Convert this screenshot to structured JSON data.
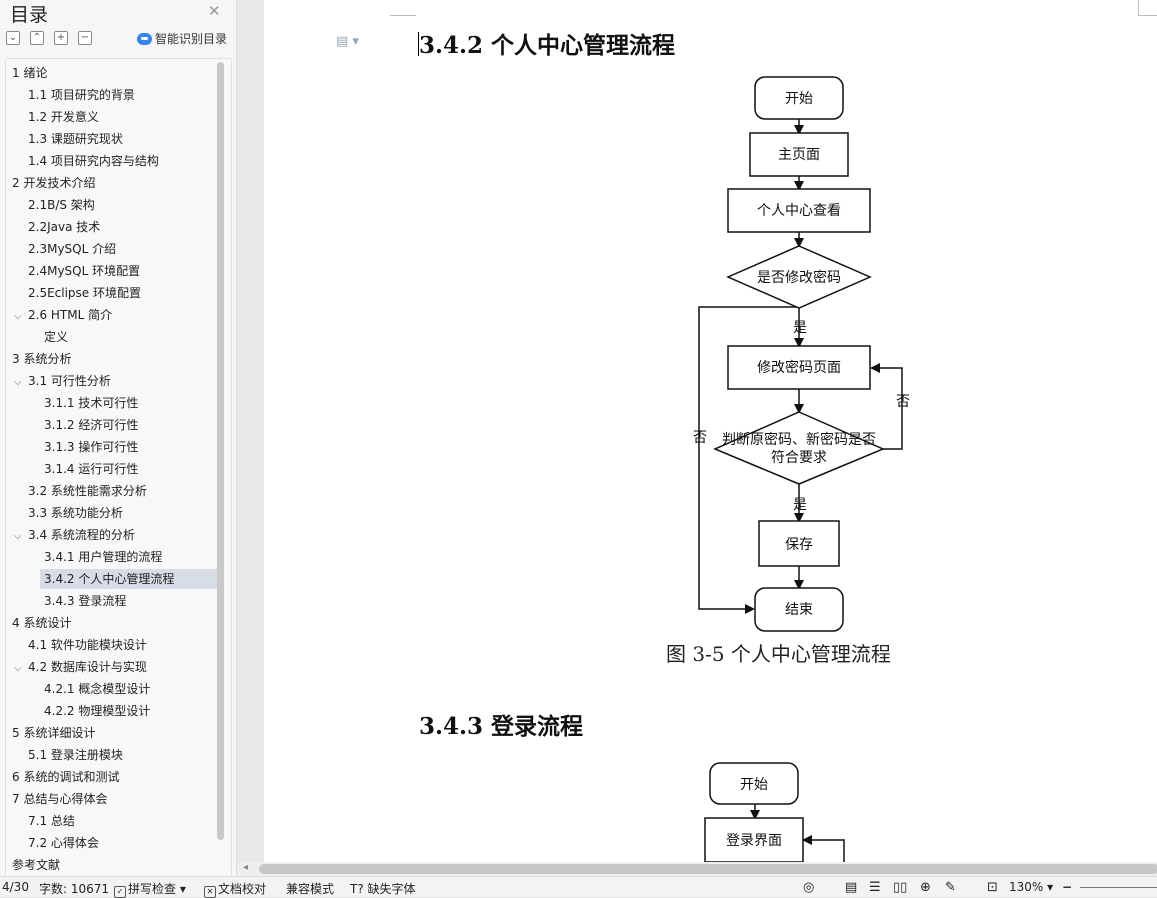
{
  "sidebar": {
    "title": "目录",
    "smart_toc_label": "智能识别目录",
    "toolbar_icons": [
      "collapse-all-icon",
      "expand-level-icon",
      "add-heading-icon",
      "remove-heading-icon"
    ],
    "items": [
      {
        "label": "1 绪论",
        "level": 0,
        "chevron": true
      },
      {
        "label": "1.1 项目研究的背景",
        "level": 1
      },
      {
        "label": "1.2 开发意义",
        "level": 1
      },
      {
        "label": "1.3 课题研究现状",
        "level": 1
      },
      {
        "label": "1.4 项目研究内容与结构",
        "level": 1
      },
      {
        "label": "2 开发技术介绍",
        "level": 0,
        "chevron": true
      },
      {
        "label": "2.1B/S 架构",
        "level": 1
      },
      {
        "label": "2.2Java 技术",
        "level": 1
      },
      {
        "label": "2.3MySQL  介绍",
        "level": 1
      },
      {
        "label": "2.4MySQL 环境配置",
        "level": 1
      },
      {
        "label": "2.5Eclipse 环境配置",
        "level": 1
      },
      {
        "label": "2.6 HTML 简介",
        "level": 1,
        "chevron": true
      },
      {
        "label": "定义",
        "level": 2
      },
      {
        "label": "3 系统分析",
        "level": 0,
        "chevron": true
      },
      {
        "label": "3.1 可行性分析",
        "level": 1,
        "chevron": true
      },
      {
        "label": "3.1.1 技术可行性",
        "level": 2
      },
      {
        "label": "3.1.2 经济可行性",
        "level": 2
      },
      {
        "label": "3.1.3 操作可行性",
        "level": 2
      },
      {
        "label": "3.1.4  运行可行性",
        "level": 2
      },
      {
        "label": "3.2 系统性能需求分析",
        "level": 1
      },
      {
        "label": "3.3 系统功能分析",
        "level": 1
      },
      {
        "label": "3.4 系统流程的分析",
        "level": 1,
        "chevron": true
      },
      {
        "label": "3.4.1  用户管理的流程",
        "level": 2
      },
      {
        "label": "3.4.2 个人中心管理流程",
        "level": 2,
        "selected": true
      },
      {
        "label": "3.4.3 登录流程",
        "level": 2
      },
      {
        "label": "4 系统设计",
        "level": 0,
        "chevron": true
      },
      {
        "label": "4.1  软件功能模块设计",
        "level": 1
      },
      {
        "label": "4.2 数据库设计与实现",
        "level": 1,
        "chevron": true
      },
      {
        "label": "4.2.1 概念模型设计",
        "level": 2
      },
      {
        "label": "4.2.2 物理模型设计",
        "level": 2
      },
      {
        "label": "5 系统详细设计",
        "level": 0,
        "chevron": true
      },
      {
        "label": "5.1 登录注册模块",
        "level": 1
      },
      {
        "label": "6 系统的调试和测试",
        "level": 0
      },
      {
        "label": "7 总结与心得体会",
        "level": 0,
        "chevron": true
      },
      {
        "label": "7.1  总结",
        "level": 1
      },
      {
        "label": "7.2  心得体会",
        "level": 1
      },
      {
        "label": "参考文献",
        "level": 0
      }
    ]
  },
  "document": {
    "heading_342": "3.4.2 个人中心管理流程",
    "flow1": {
      "start": "开始",
      "home": "主页面",
      "view": "个人中心查看",
      "decision1": "是否修改密码",
      "yes1": "是",
      "no_left": "否",
      "edit_page": "修改密码页面",
      "decision2_line1": "判断原密码、新密码是否",
      "decision2_line2": "符合要求",
      "no_right": "否",
      "yes2": "是",
      "save": "保存",
      "end": "结束"
    },
    "caption": "图 3-5  个人中心管理流程",
    "heading_343": "3.4.3 登录流程",
    "flow2": {
      "start": "开始",
      "login": "登录界面"
    }
  },
  "statusbar": {
    "page": "4/30",
    "wordcount": "字数: 10671",
    "spellcheck": "拼写检查",
    "proofread": "文档校对",
    "compat": "兼容模式",
    "missing_font": "缺失字体",
    "zoom": "130%"
  }
}
